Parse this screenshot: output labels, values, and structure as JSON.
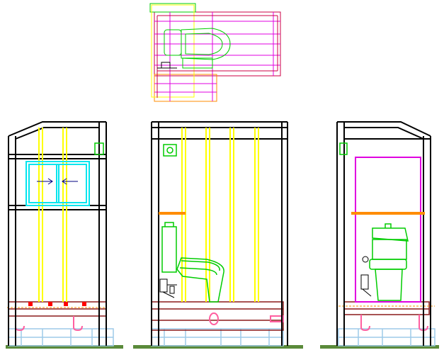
{
  "drawing": {
    "views": [
      "plan-view",
      "left-elevation",
      "front-elevation",
      "right-elevation"
    ],
    "colors": {
      "background": "#ffffff",
      "frame": "#000000",
      "column": "#ffff00",
      "fixture": "#00cc00",
      "window": "#00e5ee",
      "wall_panel": "#e000e0",
      "plan_outline": "#cc0044",
      "handrail": "#ff8c00",
      "base": "#8b1a1a",
      "footing": "#9ecae8",
      "pipe": "#ff5fa0",
      "ground": "#5a8a3a",
      "dimension": "#a0a0a0"
    }
  }
}
